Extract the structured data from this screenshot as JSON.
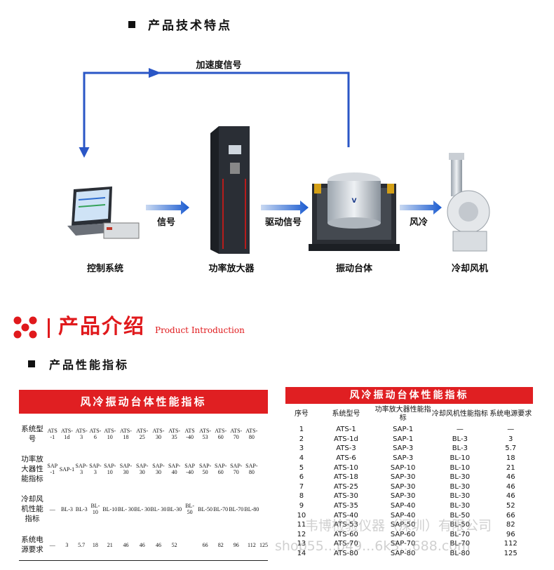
{
  "tech": {
    "title": "产品技术特点",
    "accel_signal": "加速度信号",
    "signal": "信号",
    "drive_signal": "驱动信号",
    "air_cool": "风冷",
    "control_system": "控制系统",
    "power_amp": "功率放大器",
    "vib_table": "振动台体",
    "cooling_fan": "冷却风机"
  },
  "intro": {
    "title_cn": "产品介绍",
    "title_en": "Product Introduction",
    "spec_title": "产品性能指标"
  },
  "table1": {
    "title": "风冷振动台体性能指标",
    "rows": [
      {
        "header": "系统型号",
        "cells": [
          "ATS -1",
          "ATS-1d",
          "ATS-3",
          "ATS-6",
          "ATS-10",
          "ATS- 18",
          "ATS- 25",
          "ATS- 30",
          "ATS-35",
          "ATS -40",
          "ATS-53",
          "ATS-60",
          "ATS-70",
          "ATS-80"
        ]
      },
      {
        "header": "功率放大器性能指标",
        "cells": [
          "SAP -1",
          "SAP-1",
          "SAP-3",
          "SAP-3",
          "SAP-10",
          "SAP- 30",
          "SAP- 30",
          "SAP- 30",
          "SAP-40",
          "SAP -40",
          "SAP-50",
          "SAP-60",
          "SAP-70",
          "SAP-80"
        ]
      },
      {
        "header": "冷却风机性能指标",
        "cells": [
          "—",
          "BL-3",
          "BL-3",
          "BL-10",
          "BL-10",
          "BL- 30",
          "BL- 30",
          "BL- 30",
          "BL-30",
          "BL- 50",
          "BL-50",
          "BL-70",
          "BL-70",
          "BL-80"
        ]
      },
      {
        "header": "系统电源要求",
        "cells": [
          "—",
          "3",
          "5.7",
          "18",
          "21",
          "46",
          "46",
          "46",
          "52",
          "",
          "66",
          "82",
          "96",
          "112",
          "125"
        ]
      }
    ]
  },
  "table2": {
    "title": "风冷振动台体性能指标",
    "headers": [
      "序号",
      "系统型号",
      "功率放大器性能指标",
      "冷却风机性能指标",
      "系统电源要求"
    ],
    "rows": [
      [
        "1",
        "ATS-1",
        "SAP-1",
        "—",
        "—"
      ],
      [
        "2",
        "ATS-1d",
        "SAP-1",
        "BL-3",
        "3"
      ],
      [
        "3",
        "ATS-3",
        "SAP-3",
        "BL-3",
        "5.7"
      ],
      [
        "4",
        "ATS-6",
        "SAP-3",
        "BL-10",
        "18"
      ],
      [
        "5",
        "ATS-10",
        "SAP-10",
        "BL-10",
        "21"
      ],
      [
        "6",
        "ATS-18",
        "SAP-30",
        "BL-30",
        "46"
      ],
      [
        "7",
        "ATS-25",
        "SAP-30",
        "BL-30",
        "46"
      ],
      [
        "8",
        "ATS-30",
        "SAP-30",
        "BL-30",
        "46"
      ],
      [
        "9",
        "ATS-35",
        "SAP-40",
        "BL-30",
        "52"
      ],
      [
        "10",
        "ATS-40",
        "SAP-40",
        "BL-50",
        "66"
      ],
      [
        "11",
        "ATS-53",
        "SAP-50",
        "BL-50",
        "82"
      ],
      [
        "12",
        "ATS-60",
        "SAP-60",
        "BL-70",
        "96"
      ],
      [
        "13",
        "ATS-70",
        "SAP-70",
        "BL-70",
        "112"
      ],
      [
        "14",
        "ATS-80",
        "SAP-80",
        "BL-80",
        "125"
      ]
    ]
  },
  "watermark": {
    "line1": "韦博检验仪器（深圳）有限公司",
    "line2": "shop55...p49...6k3...688.com"
  }
}
